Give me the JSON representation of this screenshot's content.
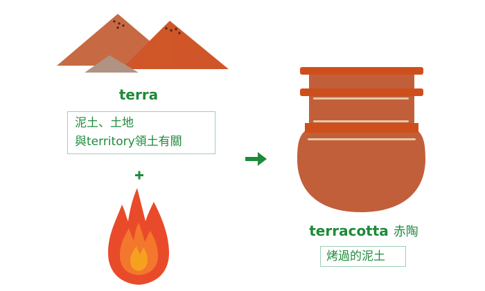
{
  "left": {
    "word": "terra",
    "meaning_line1": "泥土、土地",
    "meaning_line2": "與territory領土有關"
  },
  "plus_symbol": "+",
  "arrow_symbol": "→",
  "right": {
    "word": "terracotta",
    "word_cn": "赤陶",
    "meaning": "烤過的泥土"
  },
  "colors": {
    "green": "#1e8a3a",
    "box_border": "#9ad0b2",
    "mountain_back": "#c76a43",
    "mountain_front": "#d0562a",
    "mountain_grey": "#b09383",
    "pot_body": "#c15f3b",
    "pot_band": "#cf4f1c",
    "pot_stripe": "#e6c8a4",
    "flame_outer": "#e94b2a",
    "flame_mid": "#f3772c",
    "flame_inner": "#f5a11f"
  },
  "icons": [
    "mountain-icon",
    "plus-icon",
    "fire-icon",
    "arrow-right-icon",
    "clay-pot-icon"
  ]
}
